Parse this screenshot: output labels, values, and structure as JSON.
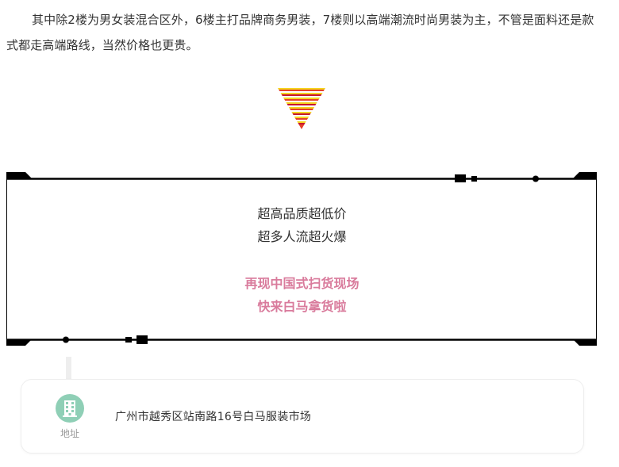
{
  "intro": {
    "text": "其中除2楼为男女装混合区外，6楼主打品牌商务男装，7楼则以高端潮流时尚男装为主，不管是面料还是款式都走高端路线，当然价格也更贵。"
  },
  "decor": {
    "triangle_icon": "striped-down-triangle",
    "triangle_colors": [
      "#f5d41f",
      "#e4402a",
      "#c6162c"
    ]
  },
  "promo": {
    "line1": "超高品质超低价",
    "line2": "超多人流超火爆",
    "highlight1": "再现中国式扫货现场",
    "highlight2": "快来白马拿货啦",
    "highlight_color": "#d97b9c"
  },
  "address": {
    "icon": "building-icon",
    "icon_color": "#8fcfb6",
    "caption": "地址",
    "text": "广州市越秀区站南路16号白马服装市场"
  }
}
